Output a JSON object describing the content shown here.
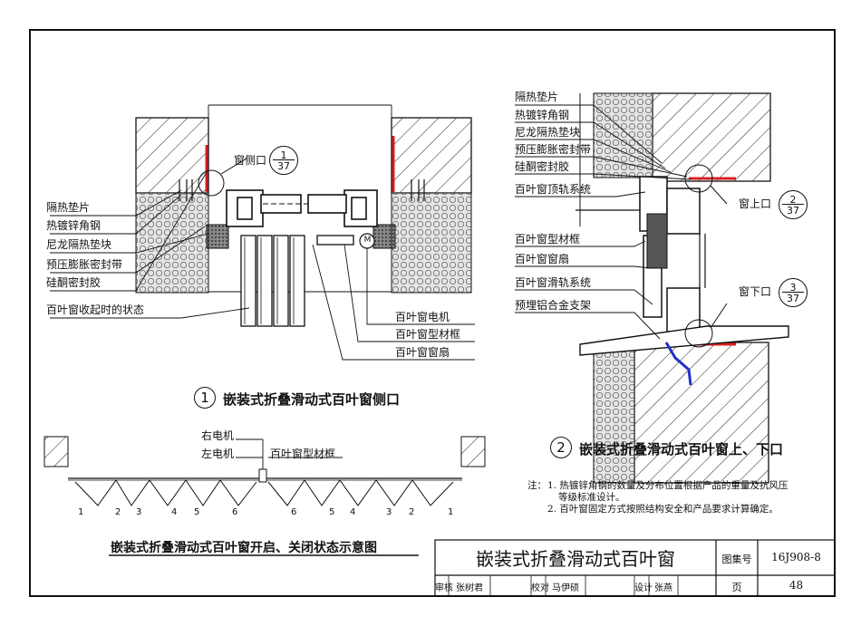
{
  "detail1": {
    "left_labels": [
      "隔热垫片",
      "热镀锌角钢",
      "尼龙隔热垫块",
      "预压膨胀密封带",
      "硅酮密封胶"
    ],
    "collapsed_state": "百叶窗收起时的状态",
    "right_labels": [
      "百叶窗电机",
      "百叶窗型材框",
      "百叶窗窗扇"
    ],
    "callout": {
      "label": "窗侧口",
      "top": "1",
      "bottom": "37"
    },
    "motor_symbol": "M",
    "title_number": "1",
    "title": "嵌装式折叠滑动式百叶窗侧口"
  },
  "detail2": {
    "labels": [
      "隔热垫片",
      "热镀锌角钢",
      "尼龙隔热垫块",
      "预压膨胀密封带",
      "硅酮密封胶",
      "百叶窗顶轨系统",
      "百叶窗型材框",
      "百叶窗窗扇",
      "百叶窗滑轨系统",
      "预埋铝合金支架"
    ],
    "callout_top": {
      "label": "窗上口",
      "top": "2",
      "bottom": "37"
    },
    "callout_bottom": {
      "label": "窗下口",
      "top": "3",
      "bottom": "37"
    },
    "title_number": "2",
    "title": "嵌装式折叠滑动式百叶窗上、下口"
  },
  "schematic": {
    "labels": [
      "右电机",
      "左电机",
      "百叶窗型材框"
    ],
    "numbers_left": [
      "1",
      "2",
      "3",
      "4",
      "5",
      "6"
    ],
    "numbers_right": [
      "6",
      "5",
      "4",
      "3",
      "2",
      "1"
    ],
    "title": "嵌装式折叠滑动式百叶窗开启、关闭状态示意图"
  },
  "notes": {
    "prefix": "注：",
    "lines": [
      "1. 热镀锌角钢的数量及分布位置根据产品的重量及抗风压",
      "等级标准设计。",
      "2. 百叶窗固定方式按照结构安全和产品要求计算确定。"
    ]
  },
  "titleblock": {
    "title": "嵌装式折叠滑动式百叶窗",
    "atlas_label": "图集号",
    "atlas_no": "16J908-8",
    "page_label": "页",
    "page_no": "48",
    "row": [
      "审核",
      "张树君",
      "",
      "校对",
      "马伊硕",
      "",
      "设计",
      "张燕",
      ""
    ]
  },
  "colors": {
    "sealant": "#d42020",
    "support": "#2030c8",
    "line": "#111111"
  }
}
